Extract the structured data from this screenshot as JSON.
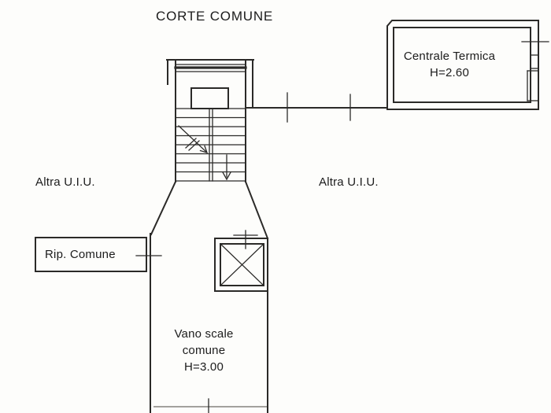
{
  "colors": {
    "line": "#2b2a28",
    "text": "#1c1c1c",
    "faint_line": "#a3a19d",
    "background": "#fdfdfb"
  },
  "plan": {
    "courtyard_label": "CORTE COMUNE",
    "boiler_room": {
      "name": "Centrale Termica",
      "height": "H=2.60"
    },
    "other_units": {
      "left": "Altra U.I.U.",
      "right": "Altra U.I.U."
    },
    "common_storage": {
      "name": "Rip. Comune"
    },
    "stairwell": {
      "line1": "Vano scale",
      "line2": "comune",
      "line3": "H=3.00"
    },
    "symbols": {
      "stair_descent_arrow": "down-arrow",
      "stair_cut_arrow": "diagonal-arrow",
      "elevator_symbol": "x-cross",
      "wall_opening_marks": "tick-marks"
    }
  }
}
